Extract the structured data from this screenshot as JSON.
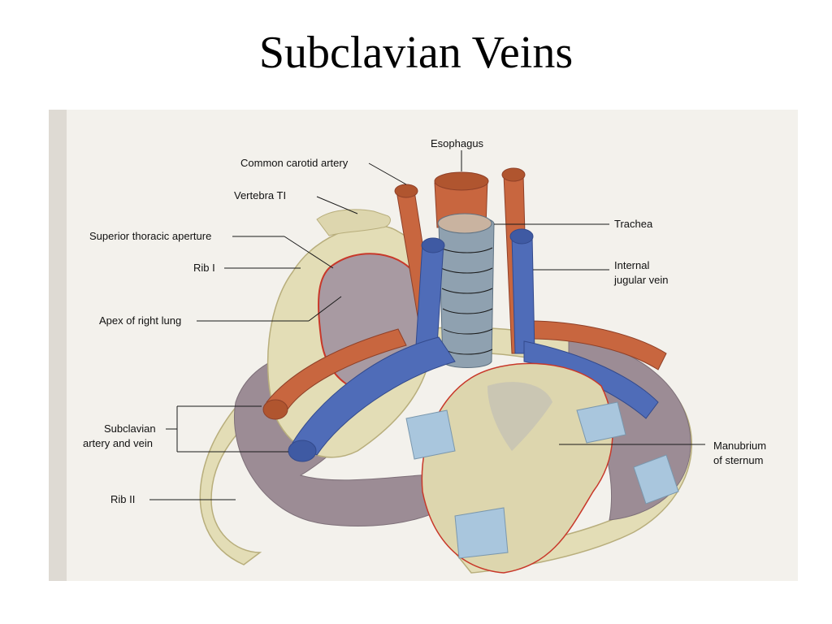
{
  "title": "Subclavian Veins",
  "labels": {
    "esophagus": "Esophagus",
    "common_carotid": "Common carotid artery",
    "vertebra": "Vertebra TI",
    "trachea": "Trachea",
    "superior_aperture": "Superior thoracic aperture",
    "rib1": "Rib I",
    "internal_jugular_line1": "Internal",
    "internal_jugular_line2": "jugular vein",
    "apex_lung": "Apex of right lung",
    "subclavian_line1": "Subclavian",
    "subclavian_line2": "artery and vein",
    "manubrium_line1": "Manubrium",
    "manubrium_line2": "of sternum",
    "rib2": "Rib II"
  },
  "colors": {
    "bone": "#e3ddb6",
    "bone_shadow": "#c9c093",
    "cartilage": "#a9c6dd",
    "lung": "#9c8c95",
    "artery": "#c8663f",
    "vein": "#4f6cb8",
    "trachea": "#8fa1b0",
    "aperture_line": "#c8382a",
    "background_page": "#f3f1ec"
  }
}
